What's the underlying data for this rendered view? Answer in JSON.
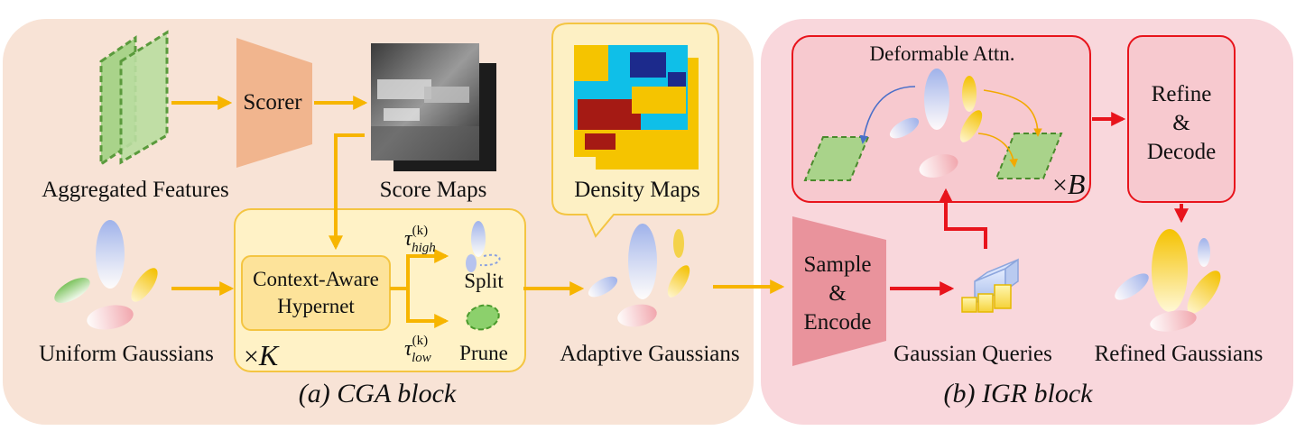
{
  "cga": {
    "title": "(a) CGA block",
    "aggregated_features": "Aggregated Features",
    "scorer": "Scorer",
    "score_maps": "Score Maps",
    "density_maps": "Density Maps",
    "uniform_gaussians": "Uniform Gaussians",
    "hypernet_line1": "Context-Aware",
    "hypernet_line2": "Hypernet",
    "tau_high": "τ",
    "tau_high_sup": "(k)",
    "tau_high_sub": "high",
    "tau_low": "τ",
    "tau_low_sup": "(k)",
    "tau_low_sub": "low",
    "split": "Split",
    "prune": "Prune",
    "repeat_times": "×",
    "repeat_var": "K",
    "adaptive_gaussians": "Adaptive Gaussians"
  },
  "igr": {
    "title": "(b) IGR block",
    "sample_line1": "Sample",
    "sample_line2": "&",
    "sample_line3": "Encode",
    "deformable_attn": "Deformable Attn.",
    "repeat_times": "×",
    "repeat_var": "B",
    "refine_line1": "Refine",
    "refine_line2": "&",
    "refine_line3": "Decode",
    "gaussian_queries": "Gaussian Queries",
    "refined_gaussians": "Refined Gaussians"
  },
  "colors": {
    "cga_background": "#f8e3d6",
    "igr_background": "#f9d7dc",
    "arrow_yellow": "#f7b500",
    "arrow_red": "#e8141c",
    "scorer_fill": "#f1b58e",
    "sampler_fill": "#e9939c",
    "hypernet_fill": "#fde39a",
    "feature_green": "#a9d38a"
  }
}
